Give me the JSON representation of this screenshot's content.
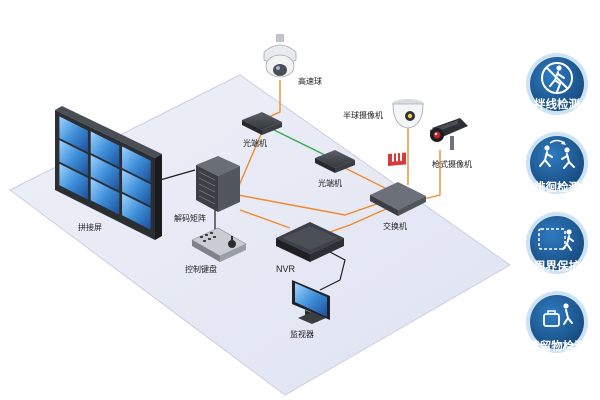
{
  "labels": {
    "dome_camera": "高速球",
    "half_ball_camera": "半球摄像机",
    "bullet_camera": "枪式摄像机",
    "optical_transceiver_1": "光端机",
    "optical_transceiver_2": "光端机",
    "switch": "交换机",
    "video_wall": "拼接屏",
    "decoder_matrix": "解码矩阵",
    "control_keyboard": "控制键盘",
    "nvr": "NVR",
    "monitor": "监视器"
  },
  "features": [
    {
      "title": "拌线检测",
      "icon": "tripwire-detection-icon"
    },
    {
      "title": "徘徊检测",
      "icon": "loitering-detection-icon"
    },
    {
      "title": "周界保护",
      "icon": "perimeter-protection-icon"
    },
    {
      "title": "遗留物检测",
      "icon": "abandoned-object-detection-icon"
    }
  ],
  "colors": {
    "floor": "#e6e9f5",
    "floor_edge": "#c9cee3",
    "fiber_line": "#3aa84f",
    "network_line": "#f08a2c",
    "video_line": "#1d1d1d",
    "badge_bg": "#1f5f98",
    "badge_ring": "#cde3f4"
  }
}
